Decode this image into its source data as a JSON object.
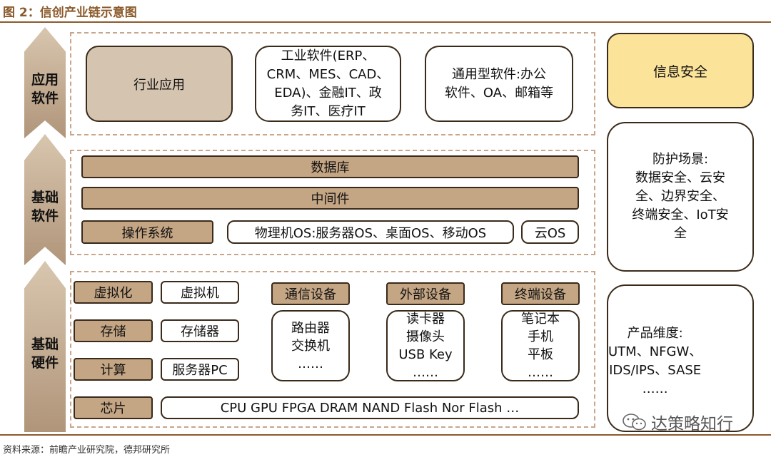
{
  "title": "图 2：信创产业链示意图",
  "source": "资料来源：前瞻产业研究院，德邦研究所",
  "watermark": "达策略知行",
  "layers": {
    "app": "应用\n软件",
    "base_sw": "基础\n软件",
    "base_hw": "基础\n硬件"
  },
  "app_software": {
    "industry": "行业应用",
    "industrial": "工业软件(ERP、\nCRM、MES、CAD、\nEDA)、金融IT、政\n务IT、医疗IT",
    "general": "通用型软件:办公\n软件、OA、邮箱等"
  },
  "base_software": {
    "database": "数据库",
    "middleware": "中间件",
    "os": "操作系统",
    "os_physical": "物理机OS:服务器OS、桌面OS、移动OS",
    "os_cloud": "云OS"
  },
  "base_hardware": {
    "virtualization": "虚拟化",
    "vm": "虚拟机",
    "storage": "存储",
    "storage_device": "存储器",
    "compute": "计算",
    "server_pc": "服务器PC",
    "chip": "芯片",
    "chip_list": "CPU GPU FPGA DRAM NAND Flash Nor Flash …",
    "comm": "通信设备",
    "comm_items": "路由器\n交换机\n……",
    "peripheral": "外部设备",
    "peripheral_items": "读卡器\n摄像头\nUSB Key\n……",
    "terminal": "终端设备",
    "terminal_items": "笔记本\n手机\n平板\n……"
  },
  "security": {
    "title": "信息安全",
    "scenarios": "防护场景:\n数据安全、云安\n全、边界安全、\n终端安全、IoT安\n全",
    "products": "产品维度:\nUTM、NFGW、\nIDS/IPS、SASE\n……"
  },
  "colors": {
    "accent_brown": "#8b5a2b",
    "box_brown": "#c4a584",
    "security_yellow": "#fbe39a",
    "dashed": "#c9a68a"
  }
}
